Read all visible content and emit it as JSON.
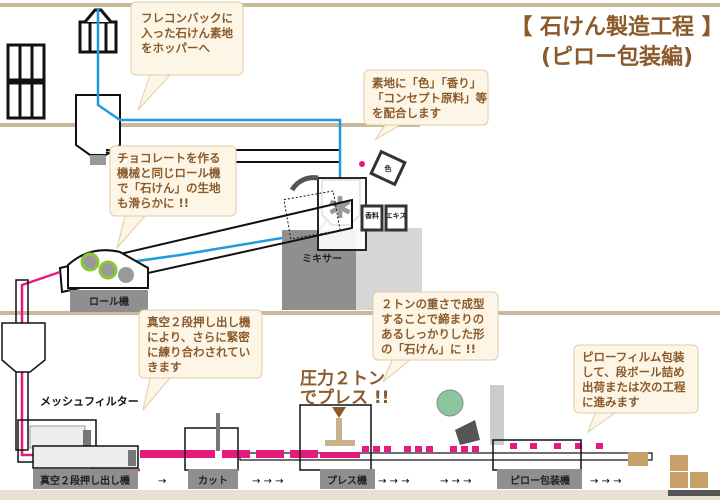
{
  "title": {
    "line1": "【 石けん製造工程 】",
    "line2": "(ピロー包装編)"
  },
  "callouts": [
    {
      "lines": [
        "フレコンバックに",
        "入った石けん素地",
        "をホッパーへ"
      ]
    },
    {
      "lines": [
        "素地に「色」「香り」",
        "「コンセプト原料」等",
        "を配合します"
      ]
    },
    {
      "lines": [
        "チョコレートを作る",
        "機械と同じロール機",
        "で「石けん」の生地",
        "も滑らかに !!"
      ]
    },
    {
      "lines": [
        "真空２段押し出し機",
        "により、さらに緊密",
        "に練り合わされてい",
        "きます"
      ]
    },
    {
      "lines": [
        "２トンの重さで成型",
        "することで締まりの",
        "あるしっかりした形",
        "の「石けん」に !!"
      ]
    },
    {
      "lines": [
        "ピローフィルム包装",
        "して、段ボール詰め",
        "出荷または次の工程",
        "に進みます"
      ]
    }
  ],
  "machines": {
    "roll": "ロール機",
    "mixer": "ミキサー",
    "extruder": "真空２段押し出し機",
    "cut": "カット",
    "press": "プレス機",
    "pillow": "ピロー包装機"
  },
  "mesh_filter": "メッシュフィルター",
  "press_emphasis": {
    "line1": "圧力２トン",
    "line2": "でプレス !!"
  },
  "ingredients": {
    "color": "色",
    "fragrance": "香料",
    "extract": "エキス"
  },
  "arrows": "→ → →",
  "arrow_single": "→",
  "colors": {
    "brown": "#8b5a2b",
    "flow_blue": "#1e9be0",
    "soap_pink": "#e6197e",
    "roll_green": "#8cc63f",
    "floor": "#c9b99b"
  }
}
